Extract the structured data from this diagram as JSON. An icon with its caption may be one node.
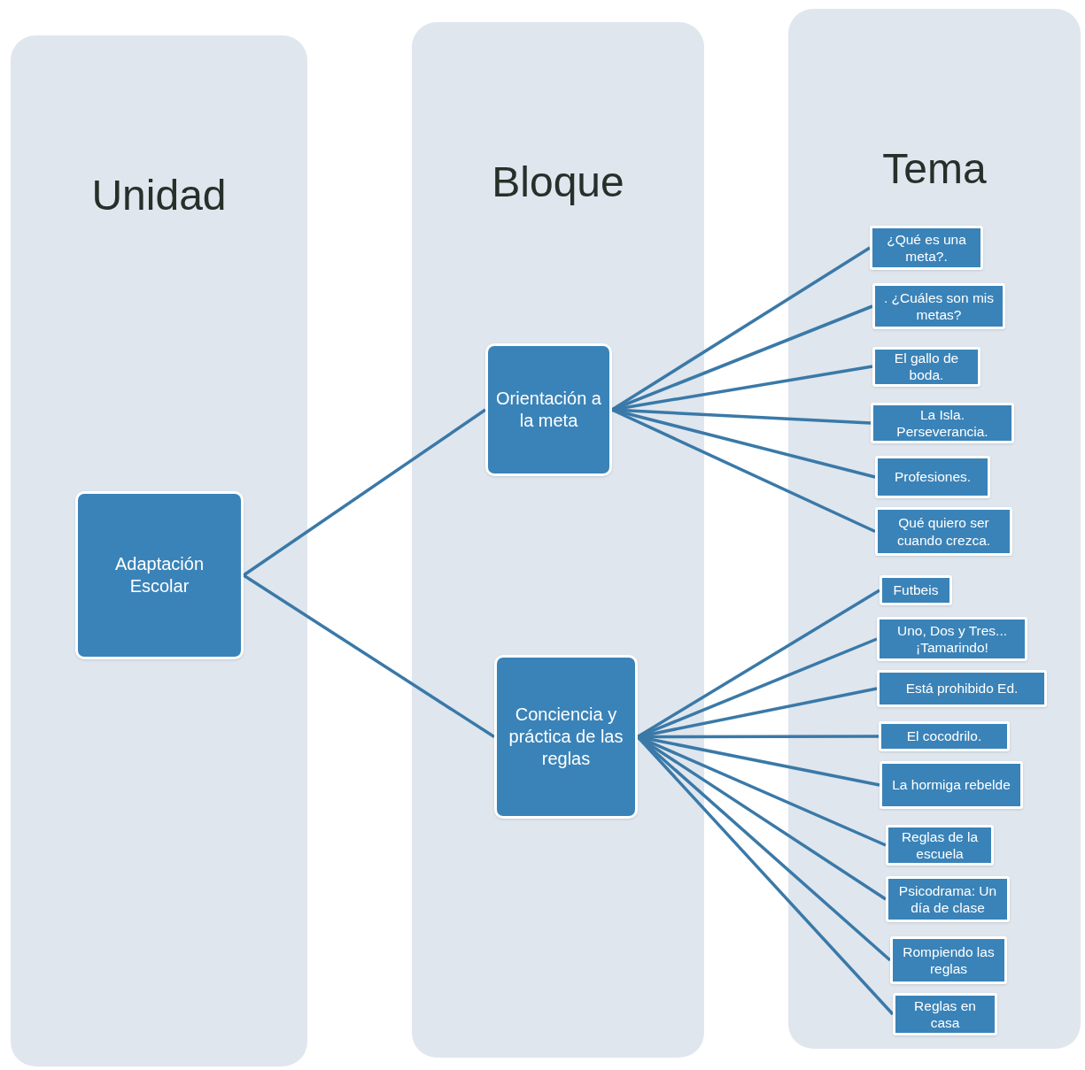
{
  "diagram": {
    "nodes": [
      {
        "text": [
          "Unidad"
        ]
      },
      {
        "text": [
          "Bloque"
        ]
      },
      {
        "text": [
          "Tema"
        ]
      },
      {
        "text": [
          "Adaptación Escolar"
        ],
        "in": 0
      },
      {
        "text": [
          "Orientación a la meta"
        ],
        "in": 1
      },
      {
        "text": [
          "Conciencia y práctica de las reglas"
        ],
        "in": 1
      },
      {
        "text": [
          "¿Qué es una meta?."
        ],
        "in": 2
      },
      {
        "text": [
          ". ¿Cuáles son mis metas?"
        ],
        "in": 2
      },
      {
        "text": [
          "El gallo de boda."
        ],
        "in": 2
      },
      {
        "text": [
          "La Isla. Perseverancia."
        ],
        "in": 2
      },
      {
        "text": [
          "Profesiones."
        ],
        "in": 2
      },
      {
        "text": [
          "Qué quiero ser cuando crezca."
        ],
        "in": 2
      },
      {
        "text": [
          "Futbeis"
        ],
        "in": 2
      },
      {
        "text": [
          "Uno, Dos y Tres... ¡Tamarindo!"
        ],
        "in": 2
      },
      {
        "text": [
          "Está prohibido Ed."
        ],
        "in": 2
      },
      {
        "text": [
          "El cocodrilo."
        ],
        "in": 2
      },
      {
        "text": [
          "La hormiga rebelde"
        ],
        "in": 2
      },
      {
        "text": [
          "Reglas de la escuela"
        ],
        "in": 2
      },
      {
        "text": [
          "Psicodrama: Un día de clase"
        ],
        "in": 2
      },
      {
        "text": [
          "Rompiendo las reglas"
        ],
        "in": 2
      },
      {
        "text": [
          "Reglas en casa"
        ],
        "in": 2
      }
    ],
    "edges": [
      {
        "from": 3,
        "to": 4,
        "arrow": "none"
      },
      {
        "from": 3,
        "to": 5,
        "arrow": "none"
      },
      {
        "from": 4,
        "to": 6,
        "arrow": "none"
      },
      {
        "from": 4,
        "to": 7,
        "arrow": "none"
      },
      {
        "from": 4,
        "to": 8,
        "arrow": "none"
      },
      {
        "from": 4,
        "to": 9,
        "arrow": "none"
      },
      {
        "from": 4,
        "to": 10,
        "arrow": "none"
      },
      {
        "from": 4,
        "to": 11,
        "arrow": "none"
      },
      {
        "from": 5,
        "to": 12,
        "arrow": "none"
      },
      {
        "from": 5,
        "to": 13,
        "arrow": "none"
      },
      {
        "from": 5,
        "to": 14,
        "arrow": "none"
      },
      {
        "from": 5,
        "to": 15,
        "arrow": "none"
      },
      {
        "from": 5,
        "to": 16,
        "arrow": "none"
      },
      {
        "from": 5,
        "to": 17,
        "arrow": "none"
      },
      {
        "from": 5,
        "to": 18,
        "arrow": "none"
      },
      {
        "from": 5,
        "to": 19,
        "arrow": "none"
      },
      {
        "from": 5,
        "to": 20,
        "arrow": "none"
      }
    ]
  }
}
